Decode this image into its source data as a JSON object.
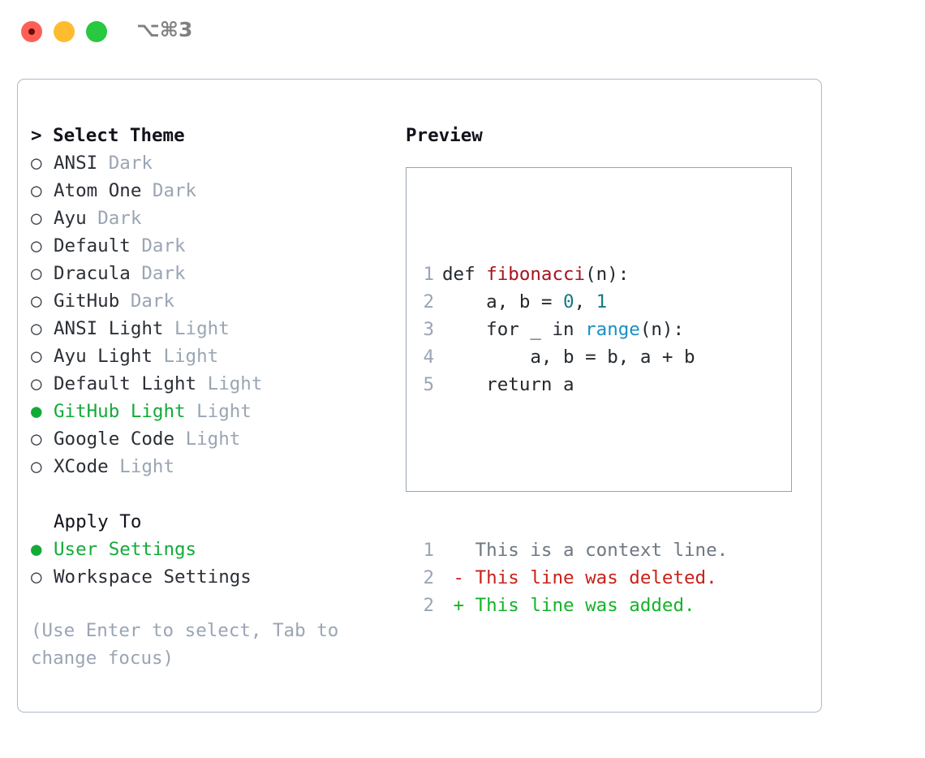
{
  "titlebar": {
    "shortcut": "⌥⌘3",
    "lights": [
      "close",
      "minimize",
      "zoom"
    ]
  },
  "left": {
    "header": "> Select Theme",
    "themes": [
      {
        "bullet": "○",
        "name": "ANSI",
        "tag": "Dark",
        "selected": false
      },
      {
        "bullet": "○",
        "name": "Atom One",
        "tag": "Dark",
        "selected": false
      },
      {
        "bullet": "○",
        "name": "Ayu",
        "tag": "Dark",
        "selected": false
      },
      {
        "bullet": "○",
        "name": "Default",
        "tag": "Dark",
        "selected": false
      },
      {
        "bullet": "○",
        "name": "Dracula",
        "tag": "Dark",
        "selected": false
      },
      {
        "bullet": "○",
        "name": "GitHub",
        "tag": "Dark",
        "selected": false
      },
      {
        "bullet": "○",
        "name": "ANSI Light",
        "tag": "Light",
        "selected": false
      },
      {
        "bullet": "○",
        "name": "Ayu Light",
        "tag": "Light",
        "selected": false
      },
      {
        "bullet": "○",
        "name": "Default Light",
        "tag": "Light",
        "selected": false
      },
      {
        "bullet": "●",
        "name": "GitHub Light",
        "tag": "Light",
        "selected": true
      },
      {
        "bullet": "○",
        "name": "Google Code",
        "tag": "Light",
        "selected": false
      },
      {
        "bullet": "○",
        "name": "XCode",
        "tag": "Light",
        "selected": false
      }
    ],
    "apply_to_header": "Apply To",
    "apply_to": [
      {
        "bullet": "●",
        "name": "User Settings",
        "selected": true
      },
      {
        "bullet": "○",
        "name": "Workspace Settings",
        "selected": false
      }
    ],
    "hint": "(Use Enter to select, Tab to change focus)"
  },
  "right": {
    "preview_title": "Preview",
    "code_lines": [
      {
        "n": "1",
        "parts": [
          {
            "t": "def ",
            "c": "plain"
          },
          {
            "t": "fibonacci",
            "c": "fn"
          },
          {
            "t": "(n):",
            "c": "plain"
          }
        ]
      },
      {
        "n": "2",
        "parts": [
          {
            "t": "    a, b = ",
            "c": "plain"
          },
          {
            "t": "0",
            "c": "num"
          },
          {
            "t": ", ",
            "c": "plain"
          },
          {
            "t": "1",
            "c": "num"
          }
        ]
      },
      {
        "n": "3",
        "parts": [
          {
            "t": "    for _ in ",
            "c": "plain"
          },
          {
            "t": "range",
            "c": "call"
          },
          {
            "t": "(n):",
            "c": "plain"
          }
        ]
      },
      {
        "n": "4",
        "parts": [
          {
            "t": "        a, b = b, a + b",
            "c": "plain"
          }
        ]
      },
      {
        "n": "5",
        "parts": [
          {
            "t": "    return a",
            "c": "plain"
          }
        ]
      }
    ],
    "diff_lines": [
      {
        "n": "1",
        "marker": "  ",
        "text": "This is a context line.",
        "kind": "ctx"
      },
      {
        "n": "2",
        "marker": "- ",
        "text": "This line was deleted.",
        "kind": "del"
      },
      {
        "n": "2",
        "marker": "+ ",
        "text": "This line was added.",
        "kind": "add"
      }
    ]
  },
  "colors": {
    "accent_green": "#12ab38",
    "tag_gray": "#9aa5b4",
    "panel_border": "#b0b9c6",
    "preview_border": "#99a3b0",
    "diff_add": "#14b32a",
    "diff_del": "#c9201a",
    "syntax_function": "#a6131f",
    "syntax_number": "#137b80",
    "syntax_call": "#1a8fc4"
  }
}
